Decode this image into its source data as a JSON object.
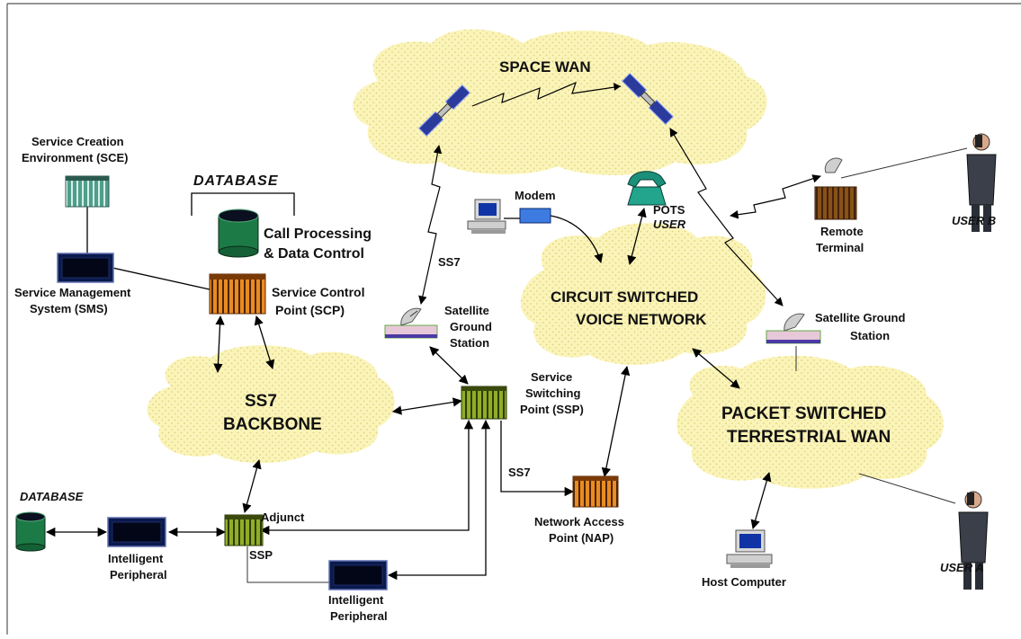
{
  "colors": {
    "cloud_fill": "#fbf4b9",
    "cloud_dots": "#e6d98a",
    "switch_green": "#8fae28",
    "scp_orange": "#e27e19",
    "device_navy": "#0a1a4c",
    "db_green": "#1c7a46"
  },
  "clouds": {
    "space_wan": "SPACE WAN",
    "circuit_line1": "CIRCUIT SWITCHED",
    "circuit_line2": "VOICE NETWORK",
    "ss7_line1": "SS7",
    "ss7_line2": "BACKBONE",
    "packet_line1": "PACKET SWITCHED",
    "packet_line2": "TERRESTRIAL WAN"
  },
  "labels": {
    "sce_line1": "Service Creation",
    "sce_line2": "Environment (SCE)",
    "database_top": "DATABASE",
    "call_proc_line1": "Call Processing",
    "call_proc_line2": "& Data Control",
    "sms_line1": "Service Management",
    "sms_line2": "System (SMS)",
    "scp_line1": "Service Control",
    "scp_line2": "Point (SCP)",
    "modem": "Modem",
    "pots_line1": "POTS",
    "pots_line2": "USER",
    "ss7_link_upper": "SS7",
    "sat_ground_left_line1": "Satellite",
    "sat_ground_left_line2": "Ground",
    "sat_ground_left_line3": "Station",
    "ssp_line1": "Service",
    "ssp_line2": "Switching",
    "ssp_line3": "Point (SSP)",
    "remote_terminal_line1": "Remote",
    "remote_terminal_line2": "Terminal",
    "user_b": "USER B",
    "sat_ground_right_line1": "Satellite Ground",
    "sat_ground_right_line2": "Station",
    "ss7_link_lower": "SS7",
    "nap_line1": "Network Access",
    "nap_line2": "Point (NAP)",
    "database_bottom": "DATABASE",
    "adjunct": "Adjunct",
    "ssp_small": "SSP",
    "ip_left_line1": "Intelligent",
    "ip_left_line2": "Peripheral",
    "ip_bottom_line1": "Intelligent",
    "ip_bottom_line2": "Peripheral",
    "host_computer": "Host Computer",
    "user_a": "USER A"
  },
  "icons": {
    "satellite": "satellite-icon",
    "database": "database-cylinder-icon",
    "switch": "switch-rack-icon",
    "computer": "desktop-computer-icon",
    "telephone": "telephone-icon",
    "person": "person-on-phone-icon"
  }
}
